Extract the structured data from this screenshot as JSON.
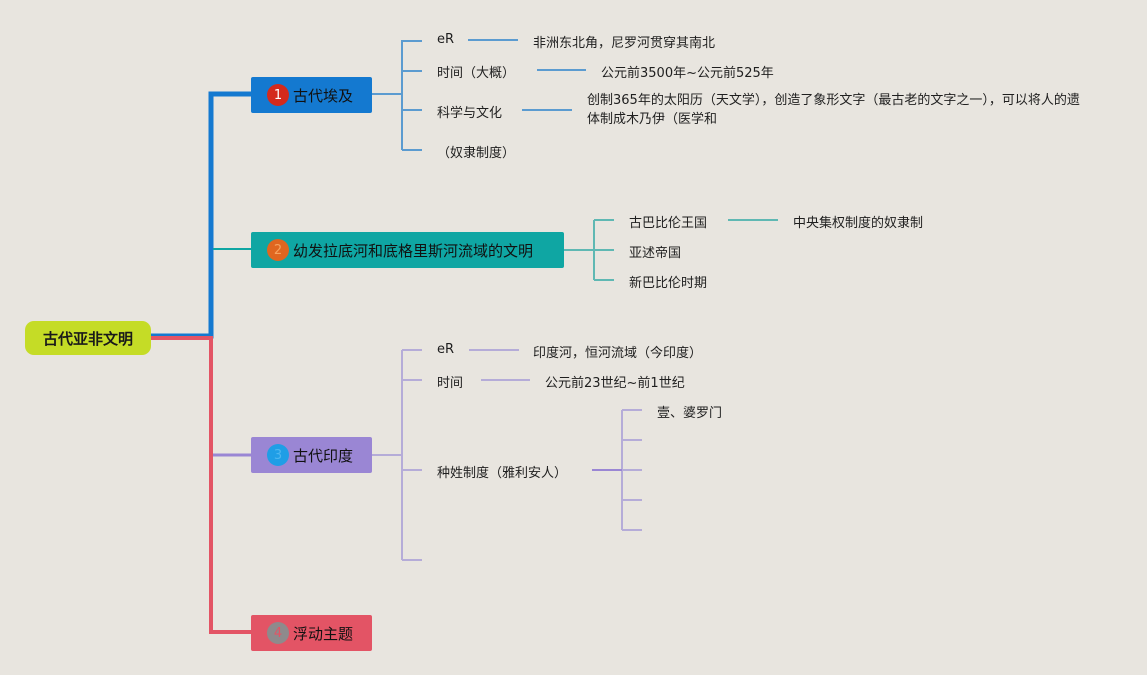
{
  "root": {
    "label": "古代亚非文明",
    "color": "#c5dc26"
  },
  "branches": [
    {
      "number": "1",
      "label": "古代埃及",
      "color": "#1479d0",
      "badge_color": "#d42a1c",
      "badge_text_color": "#ffffff",
      "line_color": "#5b9bd0",
      "children": [
        {
          "label": "eR",
          "detail": "非洲东北角，尼罗河贯穿其南北"
        },
        {
          "label": "时间（大概）",
          "detail": "公元前3500年~公元前525年"
        },
        {
          "label": "科学与文化",
          "detail": "创制365年的太阳历（天文学），创造了象形文字（最古老的文字之一），可以将人的遗体制成木乃伊（医学和"
        },
        {
          "label": "（奴隶制度）",
          "detail": ""
        }
      ]
    },
    {
      "number": "2",
      "label": "幼发拉底河和底格里斯河流域的文明",
      "color": "#0fa6a3",
      "badge_color": "#e0661f",
      "badge_text_color": "#f6a25e",
      "line_color": "#5fb8b3",
      "children": [
        {
          "label": "古巴比伦王国",
          "detail": "中央集权制度的奴隶制"
        },
        {
          "label": "亚述帝国",
          "detail": ""
        },
        {
          "label": "新巴比伦时期",
          "detail": ""
        }
      ]
    },
    {
      "number": "3",
      "label": "古代印度",
      "color": "#9a86d4",
      "badge_color": "#1f9ee6",
      "badge_text_color": "#4db6f0",
      "line_color": "#b5acd8",
      "children": [
        {
          "label": "eR",
          "detail": "印度河，恒河流域（今印度）"
        },
        {
          "label": "时间",
          "detail": "公元前23世纪~前1世纪"
        },
        {
          "label": "种姓制度（雅利安人）",
          "detail": "",
          "sub": [
            "壹、婆罗门",
            "",
            "",
            "",
            ""
          ]
        },
        {
          "label": "",
          "detail": ""
        }
      ]
    },
    {
      "number": "4",
      "label": "浮动主题",
      "color": "#e35465",
      "badge_color": "#8e8a8c",
      "badge_text_color": "#e35465",
      "line_color": "#e35465",
      "children": []
    }
  ]
}
